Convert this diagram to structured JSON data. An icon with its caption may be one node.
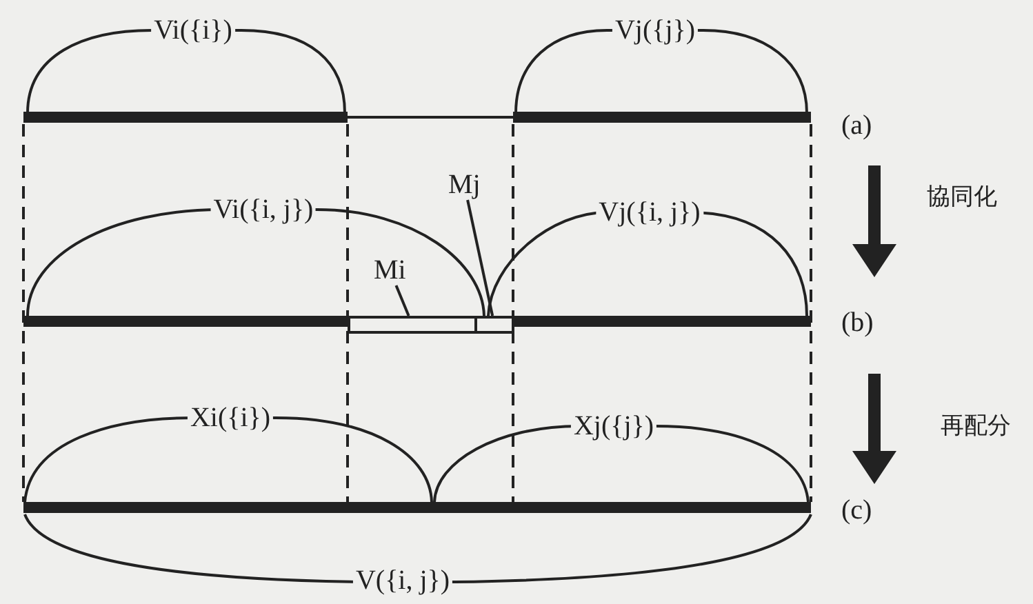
{
  "diagram": {
    "nodes": [
      {
        "text": [
          "(a)"
        ]
      },
      {
        "text": [
          "(b)"
        ]
      },
      {
        "text": [
          "(c)"
        ]
      },
      {
        "text": [
          "Mj"
        ]
      },
      {
        "text": [
          "Mi"
        ]
      },
      {
        "text": [],
        "shape": "box"
      },
      {
        "text": [],
        "shape": "box"
      }
    ],
    "edges": [
      {
        "from": 0,
        "to": 1,
        "arrow": "to",
        "label": "協同化",
        "style": "thick"
      },
      {
        "from": 1,
        "to": 2,
        "arrow": "to",
        "label": "再配分",
        "style": "thick"
      },
      {
        "from": 3,
        "to": 6,
        "arrow": "none"
      },
      {
        "from": 4,
        "to": 5,
        "arrow": "none"
      }
    ],
    "labels": [
      "Vi({i})",
      "Vj({j})",
      "Vi({i, j})",
      "Vj({i, j})",
      "Xi({i})",
      "Xj({j})",
      "V({i, j})"
    ]
  }
}
